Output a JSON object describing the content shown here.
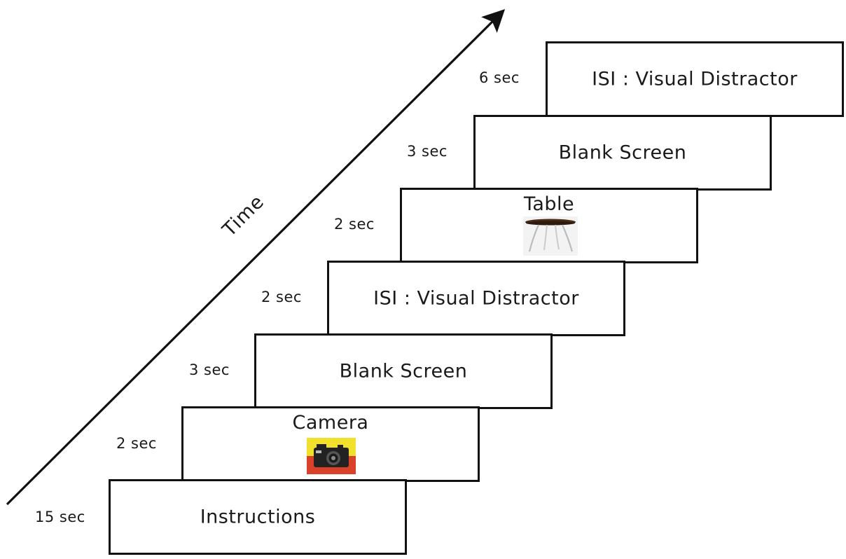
{
  "axis": {
    "time_label": "Time"
  },
  "steps": [
    {
      "label": "Instructions",
      "duration": "15 sec"
    },
    {
      "label": "Camera",
      "duration": "2 sec",
      "icon": "camera-icon"
    },
    {
      "label": "Blank Screen",
      "duration": "3 sec"
    },
    {
      "label": "ISI : Visual Distractor",
      "duration": "2 sec"
    },
    {
      "label": "Table",
      "duration": "2 sec",
      "icon": "table-icon"
    },
    {
      "label": "Blank Screen",
      "duration": "3 sec"
    },
    {
      "label": "ISI : Visual Distractor",
      "duration": "6 sec"
    }
  ]
}
